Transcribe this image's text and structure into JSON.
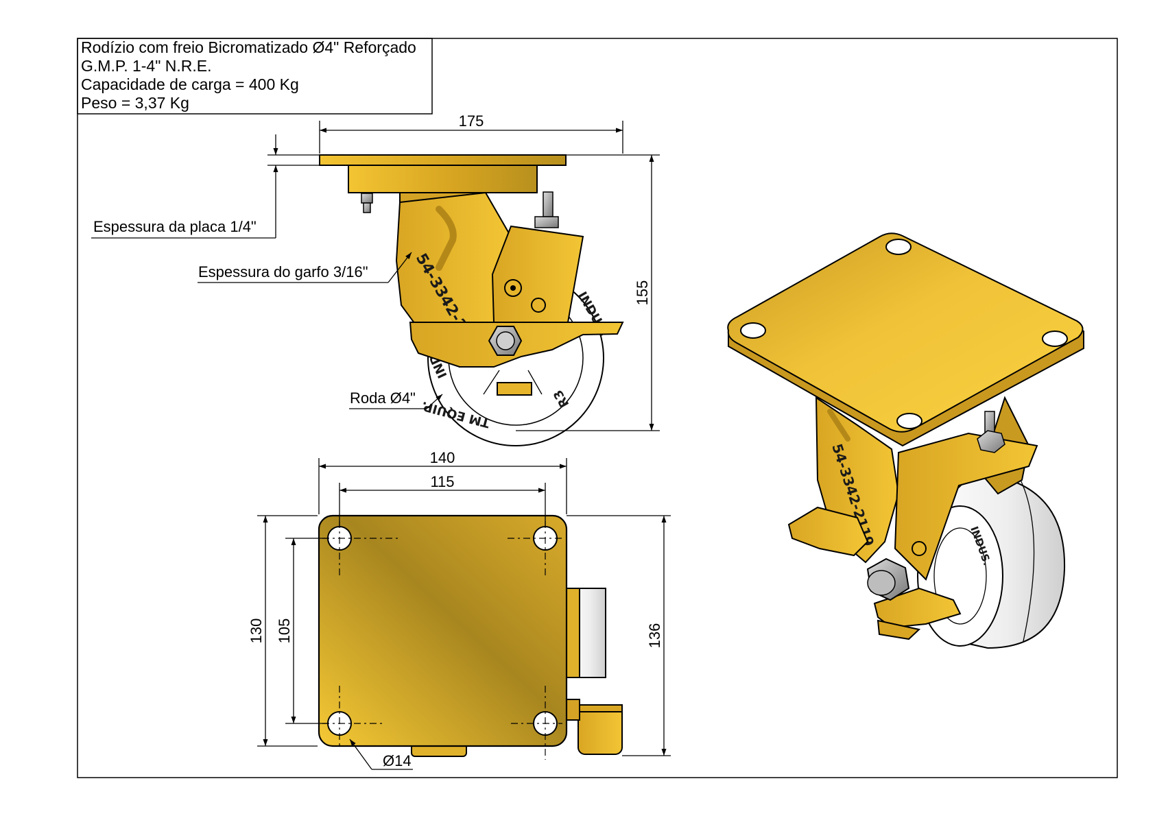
{
  "title_block": {
    "line1": "Rodízio com freio Bicromatizado Ø4\" Reforçado",
    "line2": "G.M.P. 1-4\" N.R.E.",
    "line3": "Capacidade de carga = 400 Kg",
    "line4": "Peso = 3,37 Kg"
  },
  "side_view": {
    "dim_width": "175",
    "dim_height": "155",
    "label_plate": "Espessura da placa 1/4\"",
    "label_fork": "Espessura do garfo 3/16\"",
    "label_wheel": "Roda Ø4\"",
    "fork_marking": "54-3342-21",
    "wheel_text_1": "TM EQUIP.",
    "wheel_text_2": "INDUS.",
    "wheel_text_3": "R3"
  },
  "top_view": {
    "dim_width": "140",
    "dim_hole_spacing_x": "115",
    "dim_height": "130",
    "dim_hole_spacing_y": "105",
    "dim_total": "136",
    "dim_hole": "Ø14"
  },
  "iso_view": {
    "fork_marking": "54-3342-2119",
    "wheel_text": "INDUS."
  },
  "colors": {
    "brass_light": "#f6cc38",
    "brass_mid": "#e2b128",
    "brass_dark": "#9a7a1c",
    "wheel": "#f2f2f2"
  }
}
